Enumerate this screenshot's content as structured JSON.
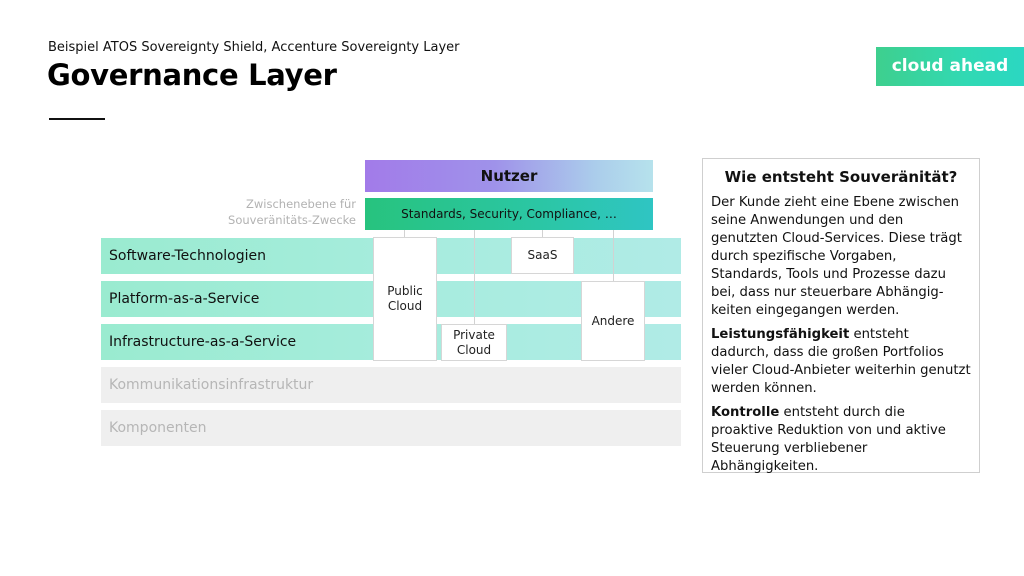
{
  "header": {
    "subtitle": "Beispiel ATOS Sovereignty Shield, Accenture Sovereignty Layer",
    "title": "Governance Layer",
    "logo": "cloud ahead"
  },
  "diagram": {
    "nutzer": "Nutzer",
    "standards": "Standards, Security, Compliance, …",
    "zwischenebene_line1": "Zwischenebene für",
    "zwischenebene_line2": "Souveränitäts-Zwecke",
    "layers": [
      "Software-Technologien",
      "Platform-as-a-Service",
      "Infrastructure-as-a-Service",
      "Kommunikationsinfrastruktur",
      "Komponenten"
    ],
    "public_cloud_line1": "Public",
    "public_cloud_line2": "Cloud",
    "saas": "SaaS",
    "private_cloud_line1": "Private",
    "private_cloud_line2": "Cloud",
    "andere": "Andere"
  },
  "info": {
    "title": "Wie entsteht Souveränität?",
    "para1": "Der Kunde zieht eine Ebene zwischen seine Anwendungen und den genutzten Cloud-Services. Diese trägt durch spezifische Vorgaben, Standards, Tools und Prozesse dazu bei, dass nur steuerbare Abhängig-keiten eingegangen werden.",
    "para2_bold": "Leistungsfähigkeit",
    "para2_rest": " entsteht dadurch, dass die großen Portfolios vieler Cloud-Anbieter weiterhin genutzt werden können.",
    "para3_bold": "Kontrolle",
    "para3_rest": " entsteht durch die proaktive Reduktion von und aktive Steuerung verbliebener Abhängigkeiten."
  }
}
